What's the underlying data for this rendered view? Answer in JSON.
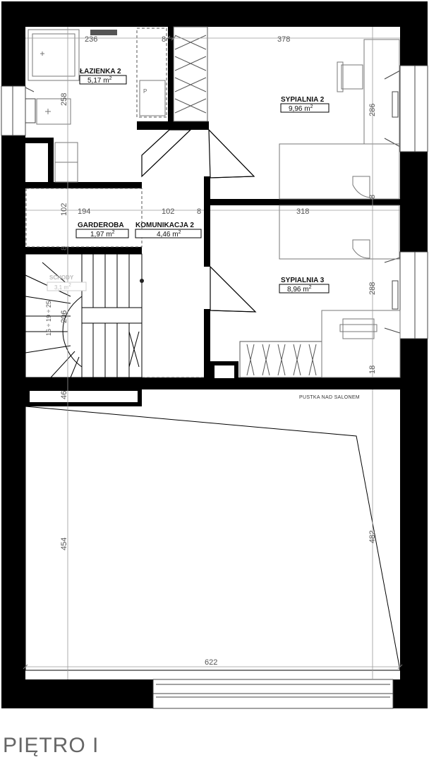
{
  "floor_title": "PIĘTRO I",
  "rooms": {
    "bathroom": {
      "name": "ŁAZIENKA 2",
      "area": "5,17 m",
      "unit_sup": "2"
    },
    "bedroom2": {
      "name": "SYPIALNIA 2",
      "area": "9,96 m",
      "unit_sup": "2"
    },
    "wardrobe": {
      "name": "GARDEROBA",
      "area": "1,97 m",
      "unit_sup": "2"
    },
    "corridor": {
      "name": "KOMUNIKACJA 2",
      "area": "4,46 m",
      "unit_sup": "2"
    },
    "stairs": {
      "name": "SCHODY",
      "area": "3,1 m",
      "unit_sup": "2"
    },
    "bedroom3": {
      "name": "SYPIALNIA 3",
      "area": "8,96 m",
      "unit_sup": "2"
    }
  },
  "void_label": "PUSTKA NAD SALONEM",
  "dimensions": {
    "d236": "236",
    "d8a": "8",
    "d378": "378",
    "d258": "258",
    "d286": "286",
    "d8b": "8",
    "d102a": "102",
    "d194": "194",
    "d102b": "102",
    "d8c": "8",
    "d318": "318",
    "d8d": "8",
    "d288": "288",
    "d18": "18",
    "d46": "46",
    "d454": "454",
    "d482": "482",
    "d622": "622",
    "d206": "206",
    "stair_steps": "16 ÷ 19 ÷ 25"
  },
  "fixture_labels": {
    "boiler": "P"
  },
  "colors": {
    "wall": "#000000",
    "line": "#444444",
    "dim_line": "#9a9a9a"
  }
}
